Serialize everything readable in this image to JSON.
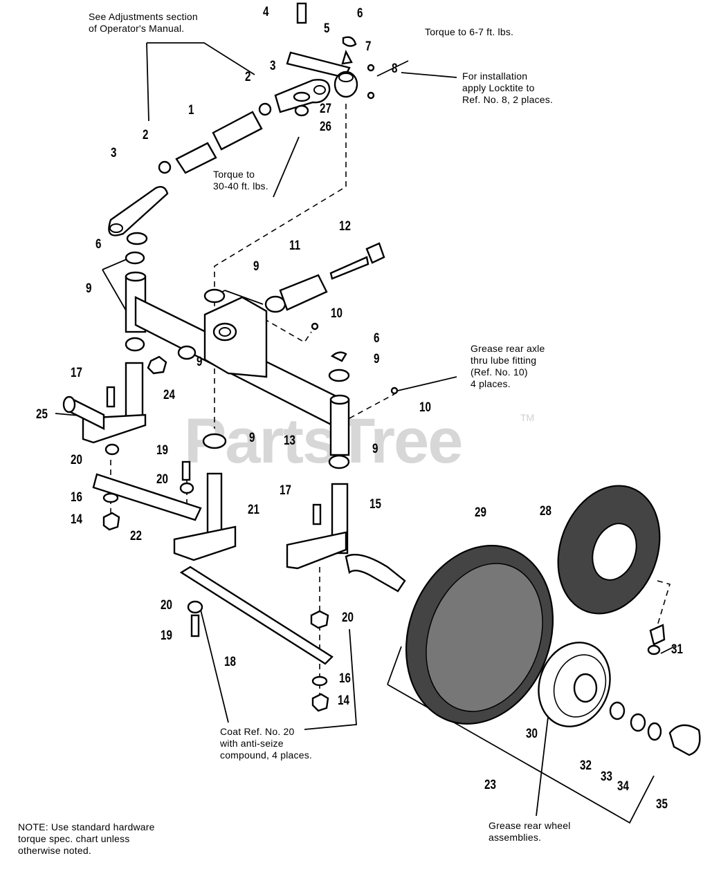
{
  "watermark": {
    "brand": "PartsTree",
    "trademark": "TM"
  },
  "notes": {
    "adjustments": [
      "See Adjustments section",
      "of Operator's Manual."
    ],
    "torque_6_7": "Torque to 6-7 ft. lbs.",
    "locktite": [
      "For installation",
      "apply Locktite to",
      "Ref. No. 8, 2 places."
    ],
    "torque_30_40": [
      "Torque to",
      "30-40 ft. lbs."
    ],
    "grease_axle": [
      "Grease rear axle",
      "thru lube fitting",
      "(Ref. No. 10)",
      "4 places."
    ],
    "anti_seize": [
      "Coat Ref. No. 20",
      "with anti-seize",
      "compound, 4 places."
    ],
    "grease_wheel": [
      "Grease rear wheel",
      "assemblies."
    ],
    "hardware": [
      "NOTE: Use standard hardware",
      "torque spec. chart unless",
      "otherwise noted."
    ]
  },
  "callouts": {
    "c1": "1",
    "c2a": "2",
    "c2b": "2",
    "c3a": "3",
    "c3b": "3",
    "c4": "4",
    "c5": "5",
    "c6a": "6",
    "c6b": "6",
    "c6c": "6",
    "c7": "7",
    "c8": "8",
    "c9a": "9",
    "c9b": "9",
    "c9c": "9",
    "c9d": "9",
    "c9e": "9",
    "c9f": "9",
    "c10a": "10",
    "c10b": "10",
    "c11": "11",
    "c12": "12",
    "c13": "13",
    "c14a": "14",
    "c14b": "14",
    "c15": "15",
    "c16a": "16",
    "c16b": "16",
    "c17a": "17",
    "c17b": "17",
    "c18": "18",
    "c19a": "19",
    "c19b": "19",
    "c20a": "20",
    "c20b": "20",
    "c20c": "20",
    "c20d": "20",
    "c21": "21",
    "c22": "22",
    "c23": "23",
    "c24": "24",
    "c25": "25",
    "c26": "26",
    "c27": "27",
    "c28": "28",
    "c29": "29",
    "c30": "30",
    "c31": "31",
    "c32": "32",
    "c33": "33",
    "c34": "34",
    "c35": "35"
  }
}
